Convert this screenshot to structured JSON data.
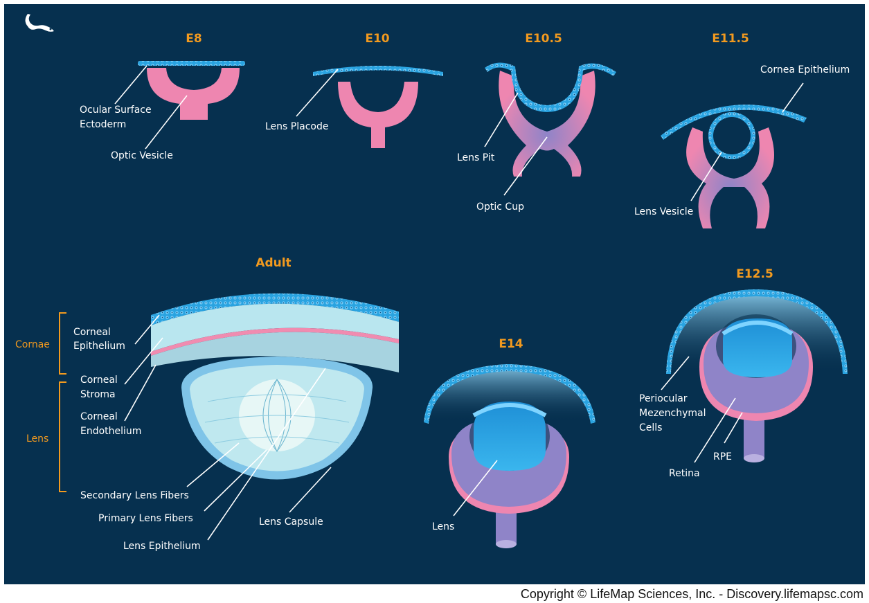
{
  "stages": {
    "e8": "E8",
    "e10": "E10",
    "e10_5": "E10.5",
    "e11_5": "E11.5",
    "adult": "Adult",
    "e14": "E14",
    "e12_5": "E12.5"
  },
  "labels": {
    "ocular_surface_1": "Ocular Surface",
    "ocular_surface_2": "Ectoderm",
    "optic_vesicle": "Optic Vesicle",
    "lens_placode": "Lens Placode",
    "lens_pit": "Lens Pit",
    "optic_cup": "Optic Cup",
    "cornea_epithelium": "Cornea Epithelium",
    "lens_vesicle": "Lens Vesicle",
    "corneal_epithelium_1": "Corneal",
    "corneal_epithelium_2": "Epithelium",
    "corneal_stroma_1": "Corneal",
    "corneal_stroma_2": "Stroma",
    "corneal_endothelium_1": "Corneal",
    "corneal_endothelium_2": "Endothelium",
    "secondary_lens_fibers": "Secondary Lens Fibers",
    "primary_lens_fibers": "Primary Lens Fibers",
    "lens_epithelium": "Lens Epithelium",
    "lens_capsule": "Lens Capsule",
    "lens_e14": "Lens",
    "periocular_1": "Periocular",
    "periocular_2": "Mezenchymal",
    "periocular_3": "Cells",
    "retina": "Retina",
    "rpe": "RPE"
  },
  "brackets": {
    "cornae": "Cornae",
    "lens": "Lens"
  },
  "copyright": "Copyright © LifeMap Sciences, Inc. - Discovery.lifemapsc.com",
  "colors": {
    "background": "#06304f",
    "stage_text": "#f29a1f",
    "ectoderm_blue": "#2aa3e0",
    "optic_pink": "#ee86b0",
    "inner_violet": "#8f84c8"
  },
  "icons": {
    "logo": "mouse-icon"
  }
}
